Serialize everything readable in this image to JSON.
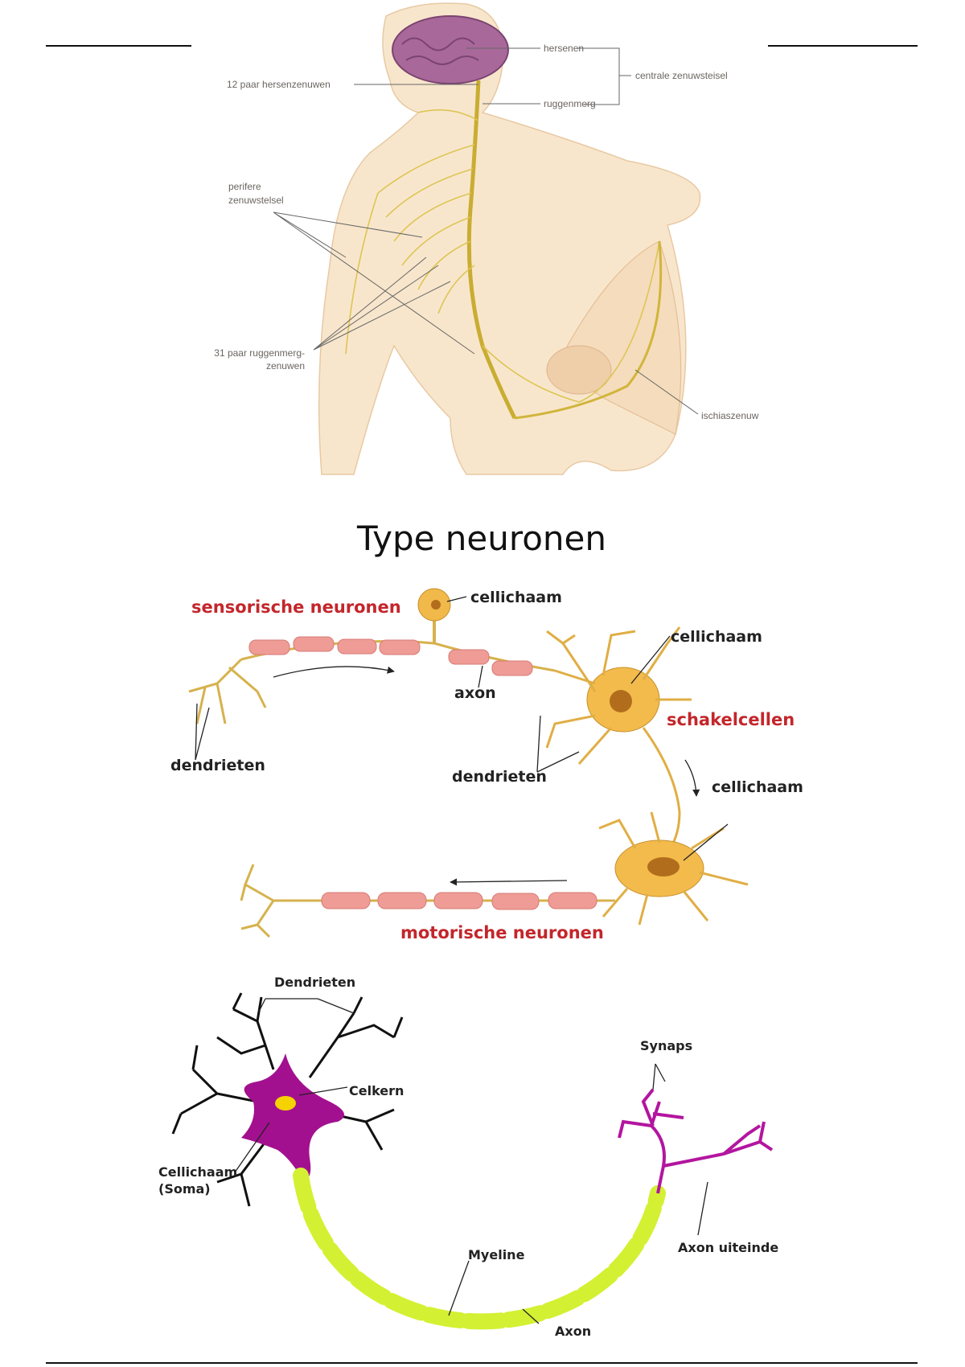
{
  "nervous_system": {
    "labels": {
      "hersenen": "hersenen",
      "centraal": "centrale zenuwsteisel",
      "hersenzenuwen": "12 paar hersenzenuwen",
      "ruggenmerg": "ruggenmerg",
      "perifeer_1": "perifere",
      "perifeer_2": "zenuwstelsel",
      "ruggenmergzenuwen_1": "31 paar ruggenmerg-",
      "ruggenmergzenuwen_2": "zenuwen",
      "ischias": "ischiaszenuw"
    }
  },
  "title": "Type neuronen",
  "neuron_types": {
    "sensorisch": "sensorische neuronen",
    "cellichaam_1": "cellichaam",
    "cellichaam_2": "cellichaam",
    "axon": "axon",
    "schakelcellen": "schakelcellen",
    "dendrieten_1": "dendrieten",
    "dendrieten_2": "dendrieten",
    "cellichaam_3": "cellichaam",
    "motorisch": "motorische neuronen"
  },
  "neuron_anatomy": {
    "dendrieten": "Dendrieten",
    "synaps": "Synaps",
    "celkern": "Celkern",
    "cellichaam": "Cellichaam",
    "soma": "(Soma)",
    "myeline": "Myeline",
    "axon_uiteinde": "Axon uiteinde",
    "axon": "Axon"
  },
  "colors": {
    "accent_red": "#c3262b",
    "skin": "#f7e2c4",
    "nerve": "#d9c24a",
    "brain": "#a0638f",
    "myelin": "#ef9c96",
    "soma_magenta": "#a3108f",
    "myelin_green": "#d4f033"
  }
}
